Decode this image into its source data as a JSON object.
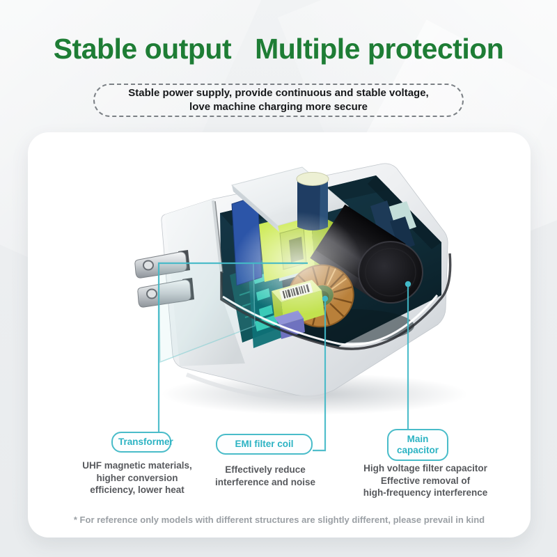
{
  "header": {
    "title_left": "Stable output",
    "title_right": "Multiple protection"
  },
  "tagline": {
    "line1": "Stable power supply, provide continuous and stable voltage,",
    "line2": "love machine charging more secure"
  },
  "callouts": [
    {
      "label": "Transformer",
      "desc_lines": [
        "UHF magnetic materials,",
        "higher conversion",
        "efficiency, lower heat"
      ]
    },
    {
      "label": "EMI filter coil",
      "desc_lines": [
        "Effectively reduce",
        "interference and noise"
      ]
    },
    {
      "label": "Main capacitor",
      "label_lines": [
        "Main",
        "capacitor"
      ],
      "desc_lines": [
        "High voltage filter capacitor",
        "Effective removal of",
        "high-frequency interference"
      ]
    }
  ],
  "footnote": {
    "text": "* For reference only models with different structures are slightly different, please prevail in kind"
  },
  "colors": {
    "title_green": "#1e7d35",
    "accent_teal": "#42b9c7",
    "tagline_text": "#17191b",
    "desc_text": "#57595d",
    "footnote_text": "#9ba0a5",
    "page_bg": "#edeff1",
    "card_bg": "#ffffff"
  }
}
